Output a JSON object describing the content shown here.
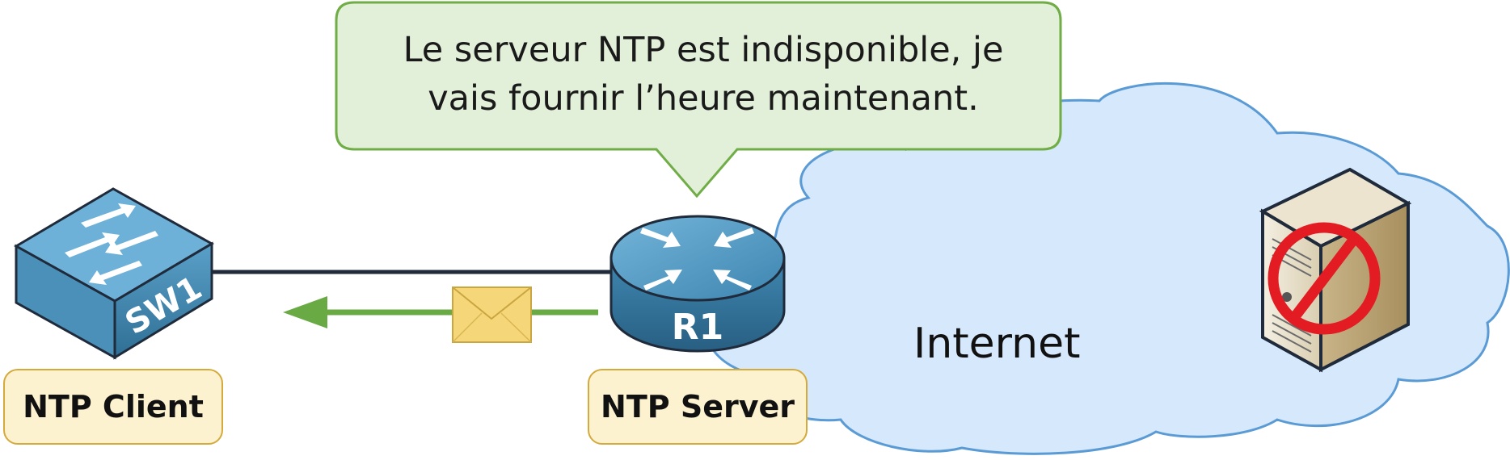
{
  "speech_bubble": {
    "line1": "Le serveur NTP est indisponible, je",
    "line2": "vais fournir l’heure maintenant."
  },
  "devices": {
    "switch": {
      "name": "SW1",
      "role_label": "NTP Client"
    },
    "router": {
      "name": "R1",
      "role_label": "NTP Server"
    },
    "cloud": {
      "label": "Internet"
    }
  },
  "icons": [
    "switch-icon",
    "router-icon",
    "envelope-icon",
    "server-icon",
    "prohibited-icon",
    "cloud-icon",
    "arrow-left-icon"
  ],
  "colors": {
    "bubble_fill": "#e2f0d9",
    "bubble_border": "#70ad47",
    "cloud_fill": "#d6e8fb",
    "cloud_border": "#5b9bd5",
    "label_fill": "#fdf2cf",
    "label_border": "#d4aa3c",
    "arrow": "#6aaa45",
    "envelope": "#f5d77a",
    "device_blue": "#4a90b8",
    "prohibited": "#e31b23",
    "link": "#1f2a3a"
  }
}
